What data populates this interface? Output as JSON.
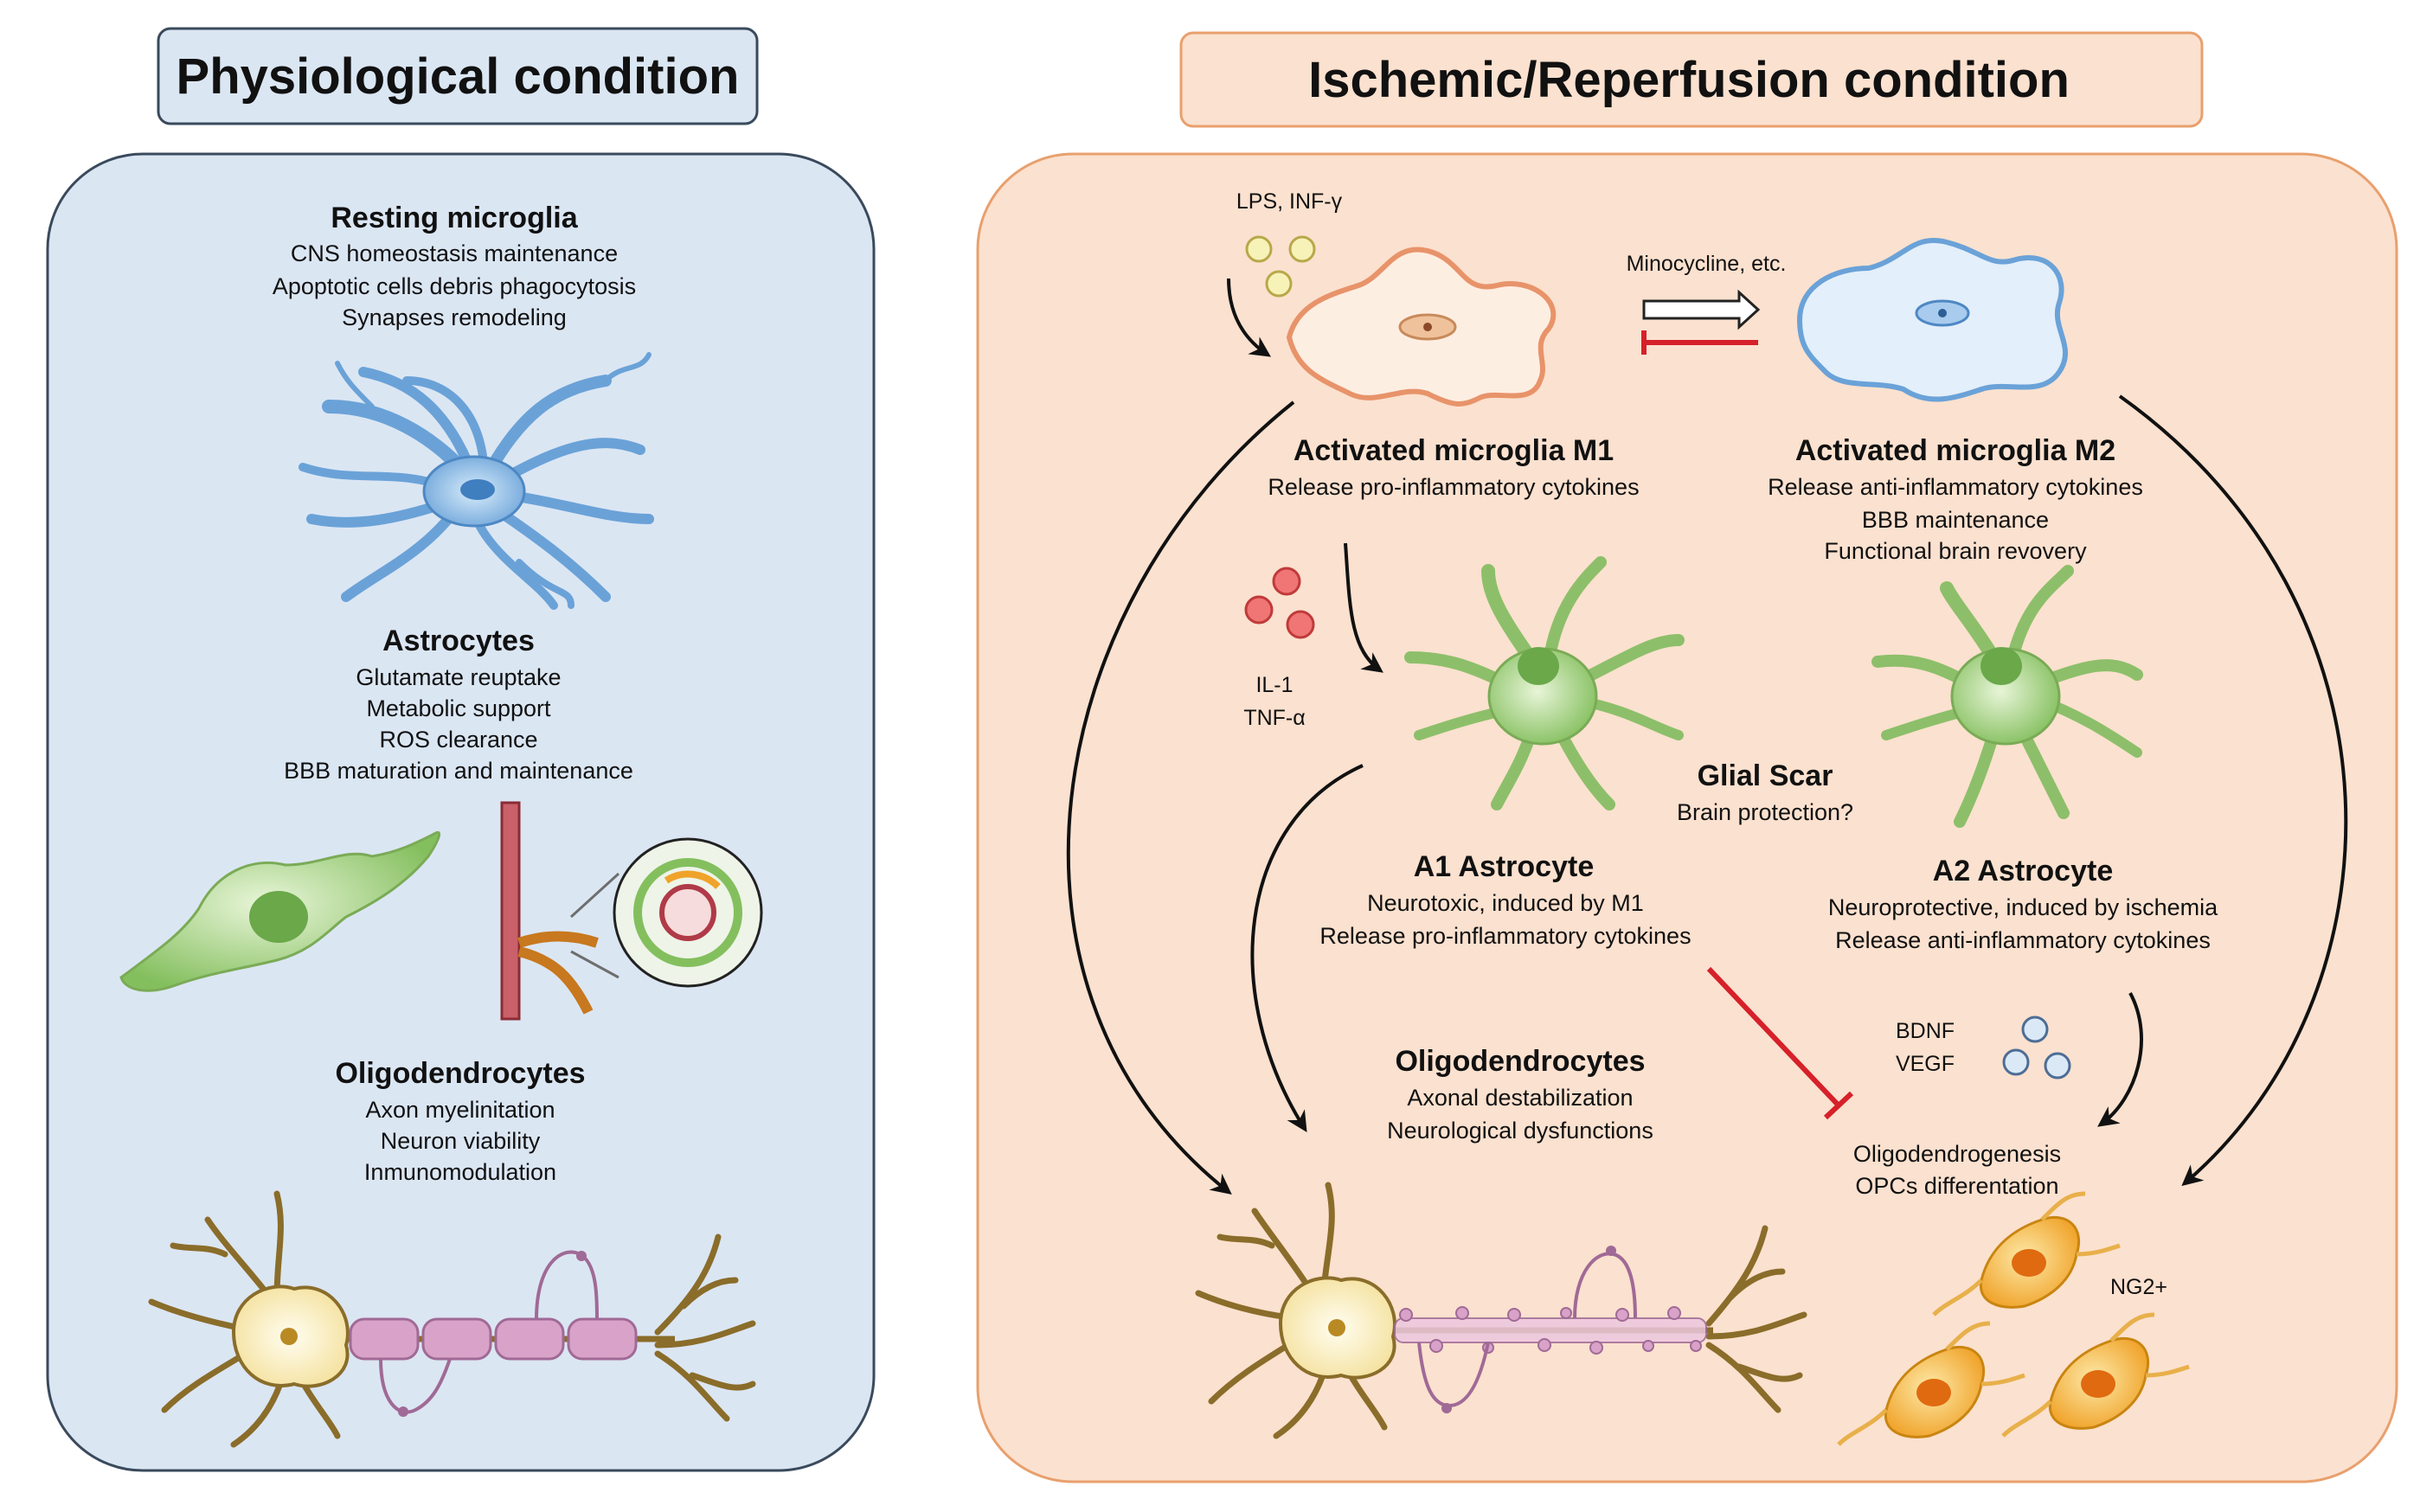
{
  "left": {
    "header": "Physiological condition",
    "resting_microglia": {
      "title": "Resting microglia",
      "lines": [
        "CNS homeostasis maintenance",
        "Apoptotic cells debris phagocytosis",
        "Synapses remodeling"
      ]
    },
    "astrocytes": {
      "title": "Astrocytes",
      "lines": [
        "Glutamate reuptake",
        "Metabolic support",
        "ROS clearance",
        "BBB maturation and maintenance"
      ]
    },
    "oligodendrocytes": {
      "title": "Oligodendrocytes",
      "lines": [
        "Axon myelinitation",
        "Neuron viability",
        "Inmunomodulation"
      ]
    }
  },
  "right": {
    "header": "Ischemic/Reperfusion condition",
    "lps_label": "LPS, INF-γ",
    "drug_label": "Minocycline, etc.",
    "m1": {
      "title": "Activated microglia M1",
      "lines": [
        "Release pro-inflammatory cytokines"
      ]
    },
    "m2": {
      "title": "Activated microglia M2",
      "lines": [
        "Release anti-inflammatory cytokines",
        "BBB maintenance",
        "Functional brain revovery"
      ]
    },
    "cytokines": [
      "IL-1",
      "TNF-α"
    ],
    "glial_scar": {
      "title": "Glial Scar",
      "sub": "Brain protection?"
    },
    "a1": {
      "title": "A1 Astrocyte",
      "lines": [
        "Neurotoxic, induced by M1",
        "Release pro-inflammatory cytokines"
      ]
    },
    "a2": {
      "title": "A2 Astrocyte",
      "lines": [
        "Neuroprotective, induced by ischemia",
        "Release anti-inflammatory cytokines"
      ]
    },
    "growth_factors": [
      "BDNF",
      "VEGF"
    ],
    "oligodendrocytes": {
      "title": "Oligodendrocytes",
      "lines": [
        "Axonal destabilization",
        "Neurological dysfunctions"
      ]
    },
    "oligodendrogenesis": [
      "Oligodendrogenesis",
      "OPCs differentation"
    ],
    "ng2_label": "NG2+"
  },
  "colors": {
    "left_panel": "#dbe6f3",
    "left_border": "#3a4a5c",
    "right_panel": "#fbe1cf",
    "right_border": "#e8a06e",
    "microglia_blue": "#7fb0dd",
    "astrocyte_green": "#a8d08a",
    "m1_orange": "#e89a72",
    "inhibit_red": "#d6202a",
    "myelin_pink": "#d9a2c8",
    "neuron_yellow": "#fdf3c6",
    "opc_orange": "#f0a32a"
  }
}
